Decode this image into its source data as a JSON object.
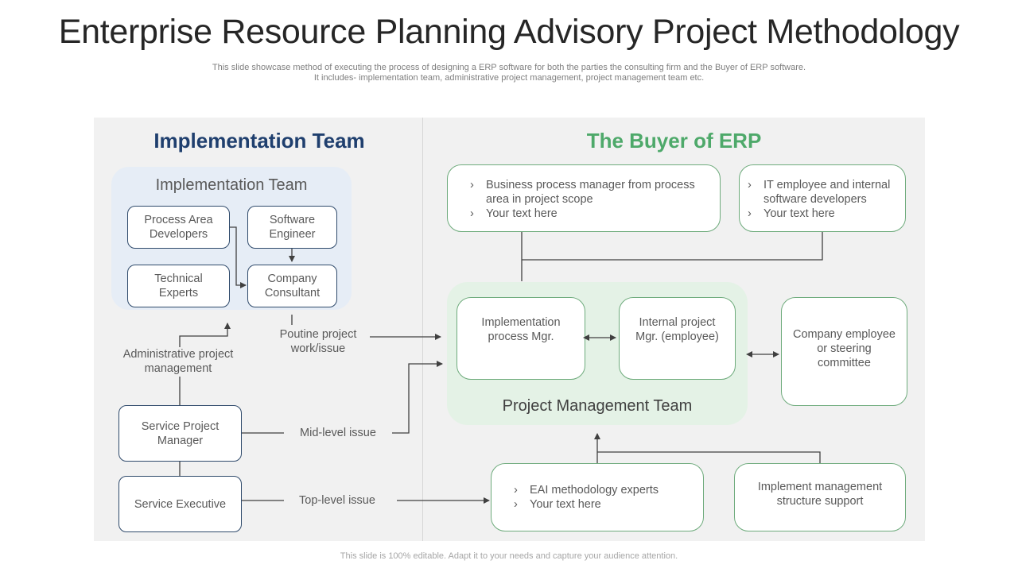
{
  "header": {
    "title": "Enterprise Resource Planning Advisory Project Methodology",
    "subtitle_line1": "This slide showcase method of executing the process of designing a ERP software for both the parties the consulting firm and the Buyer of ERP software.",
    "subtitle_line2": "It includes- implementation team, administrative project management, project management team etc."
  },
  "colors": {
    "implementation_heading": "#1f3f6e",
    "buyer_heading": "#4ea96a",
    "panel_background": "#f1f1f1",
    "implementation_group_fill": "#e6edf6",
    "pmt_group_fill": "#e4f2e6",
    "blue_box_border": "#2f4a6b",
    "green_box_border": "#6eab7c"
  },
  "left": {
    "heading": "Implementation Team",
    "group_label": "Implementation  Team",
    "boxes": {
      "process_area_developers": "Process Area Developers",
      "software_engineer": "Software Engineer",
      "technical_experts": "Technical Experts",
      "company_consultant": "Company Consultant",
      "service_project_manager": "Service Project Manager",
      "service_executive": "Service Executive"
    },
    "labels": {
      "administrative": "Administrative project management",
      "routine": "Poutine project work/issue",
      "mid_level": "Mid-level  issue",
      "top_level": "Top-level issue"
    }
  },
  "right": {
    "heading": "The Buyer of ERP",
    "box_business": [
      "Business process manager from process area in project scope",
      "Your text here"
    ],
    "box_it": [
      "IT employee and internal software developers",
      "Your text here"
    ],
    "pmt_label": "Project Management  Team",
    "implementation_process_mgr": "Implementation process Mgr.",
    "internal_project_mgr": "Internal  project Mgr. (employee)",
    "company_employee": "Company employee or steering committee",
    "box_eai": [
      "EAI methodology experts",
      "Your text here"
    ],
    "implement_support": "Implement management structure support"
  },
  "footer": {
    "note": "This slide is 100% editable. Adapt it to your needs and capture your audience attention."
  }
}
